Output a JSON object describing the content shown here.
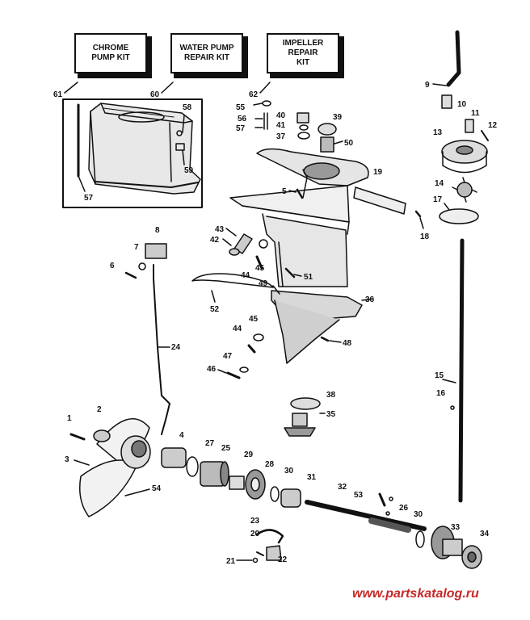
{
  "kits": [
    {
      "number": "61",
      "label": "CHROME\nPUMP KIT"
    },
    {
      "number": "60",
      "label": "WATER PUMP\nREPAIR KIT"
    },
    {
      "number": "62",
      "label": "IMPELLER\nREPAIR\nKIT"
    }
  ],
  "callouts": {
    "p1": "1",
    "p2": "2",
    "p3": "3",
    "p4": "4",
    "p5": "5",
    "p6": "6",
    "p7": "7",
    "p8": "8",
    "p9": "9",
    "p10": "10",
    "p11": "11",
    "p12": "12",
    "p13": "13",
    "p14": "14",
    "p15": "15",
    "p16": "16",
    "p17": "17",
    "p18": "18",
    "p19": "19",
    "p20": "20",
    "p21": "21",
    "p22": "22",
    "p23": "23",
    "p24": "24",
    "p25": "25",
    "p26": "26",
    "p27": "27",
    "p28": "28",
    "p29": "29",
    "p30a": "30",
    "p30b": "30",
    "p31": "31",
    "p32": "32",
    "p33": "33",
    "p34": "34",
    "p35": "35",
    "p36": "36",
    "p37": "37",
    "p38": "38",
    "p39": "39",
    "p40": "40",
    "p41": "41",
    "p42": "42",
    "p43": "43",
    "p44a": "44",
    "p44b": "44",
    "p45a": "45",
    "p45b": "45",
    "p46": "46",
    "p47": "47",
    "p48": "48",
    "p49": "49",
    "p50": "50",
    "p51": "51",
    "p52": "52",
    "p53": "53",
    "p54": "54",
    "p55": "55",
    "p56": "56",
    "p57a": "57",
    "p57b": "57",
    "p58": "58",
    "p59": "59"
  },
  "watermark": "www.partskatalog.ru"
}
